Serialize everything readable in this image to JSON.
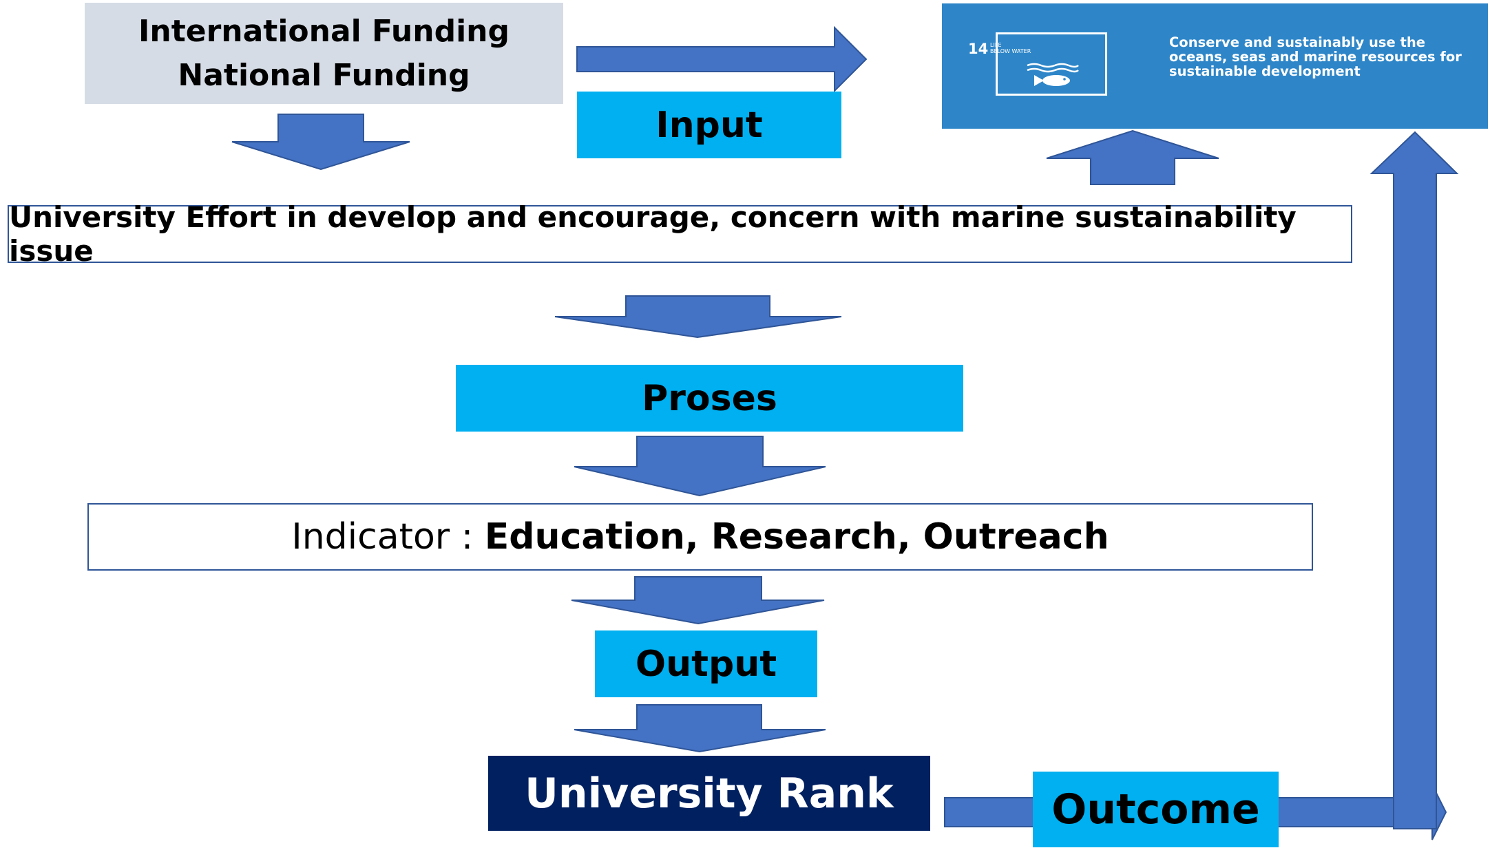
{
  "funding": {
    "line1": "International Funding",
    "line2": "National Funding"
  },
  "labels": {
    "input": "Input",
    "proses": "Proses",
    "output": "Output",
    "outcome": "Outcome"
  },
  "effort": "University Effort in develop and encourage, concern with marine  sustainability issue",
  "indicator": {
    "prefix": "Indicator : ",
    "items": "Education, Research, Outreach"
  },
  "rank": "University Rank",
  "sdg": {
    "number": "14",
    "goal_line1": "LIFE",
    "goal_line2": "BELOW WATER",
    "description": "Conserve and sustainably use the oceans, seas and marine resources for sustainable development"
  },
  "colors": {
    "arrow": "#4472C4",
    "label_fill": "#00B0F0",
    "funding_fill": "#D6DCE5",
    "rank_fill": "#002060",
    "sdg_fill": "#2E86C8"
  }
}
